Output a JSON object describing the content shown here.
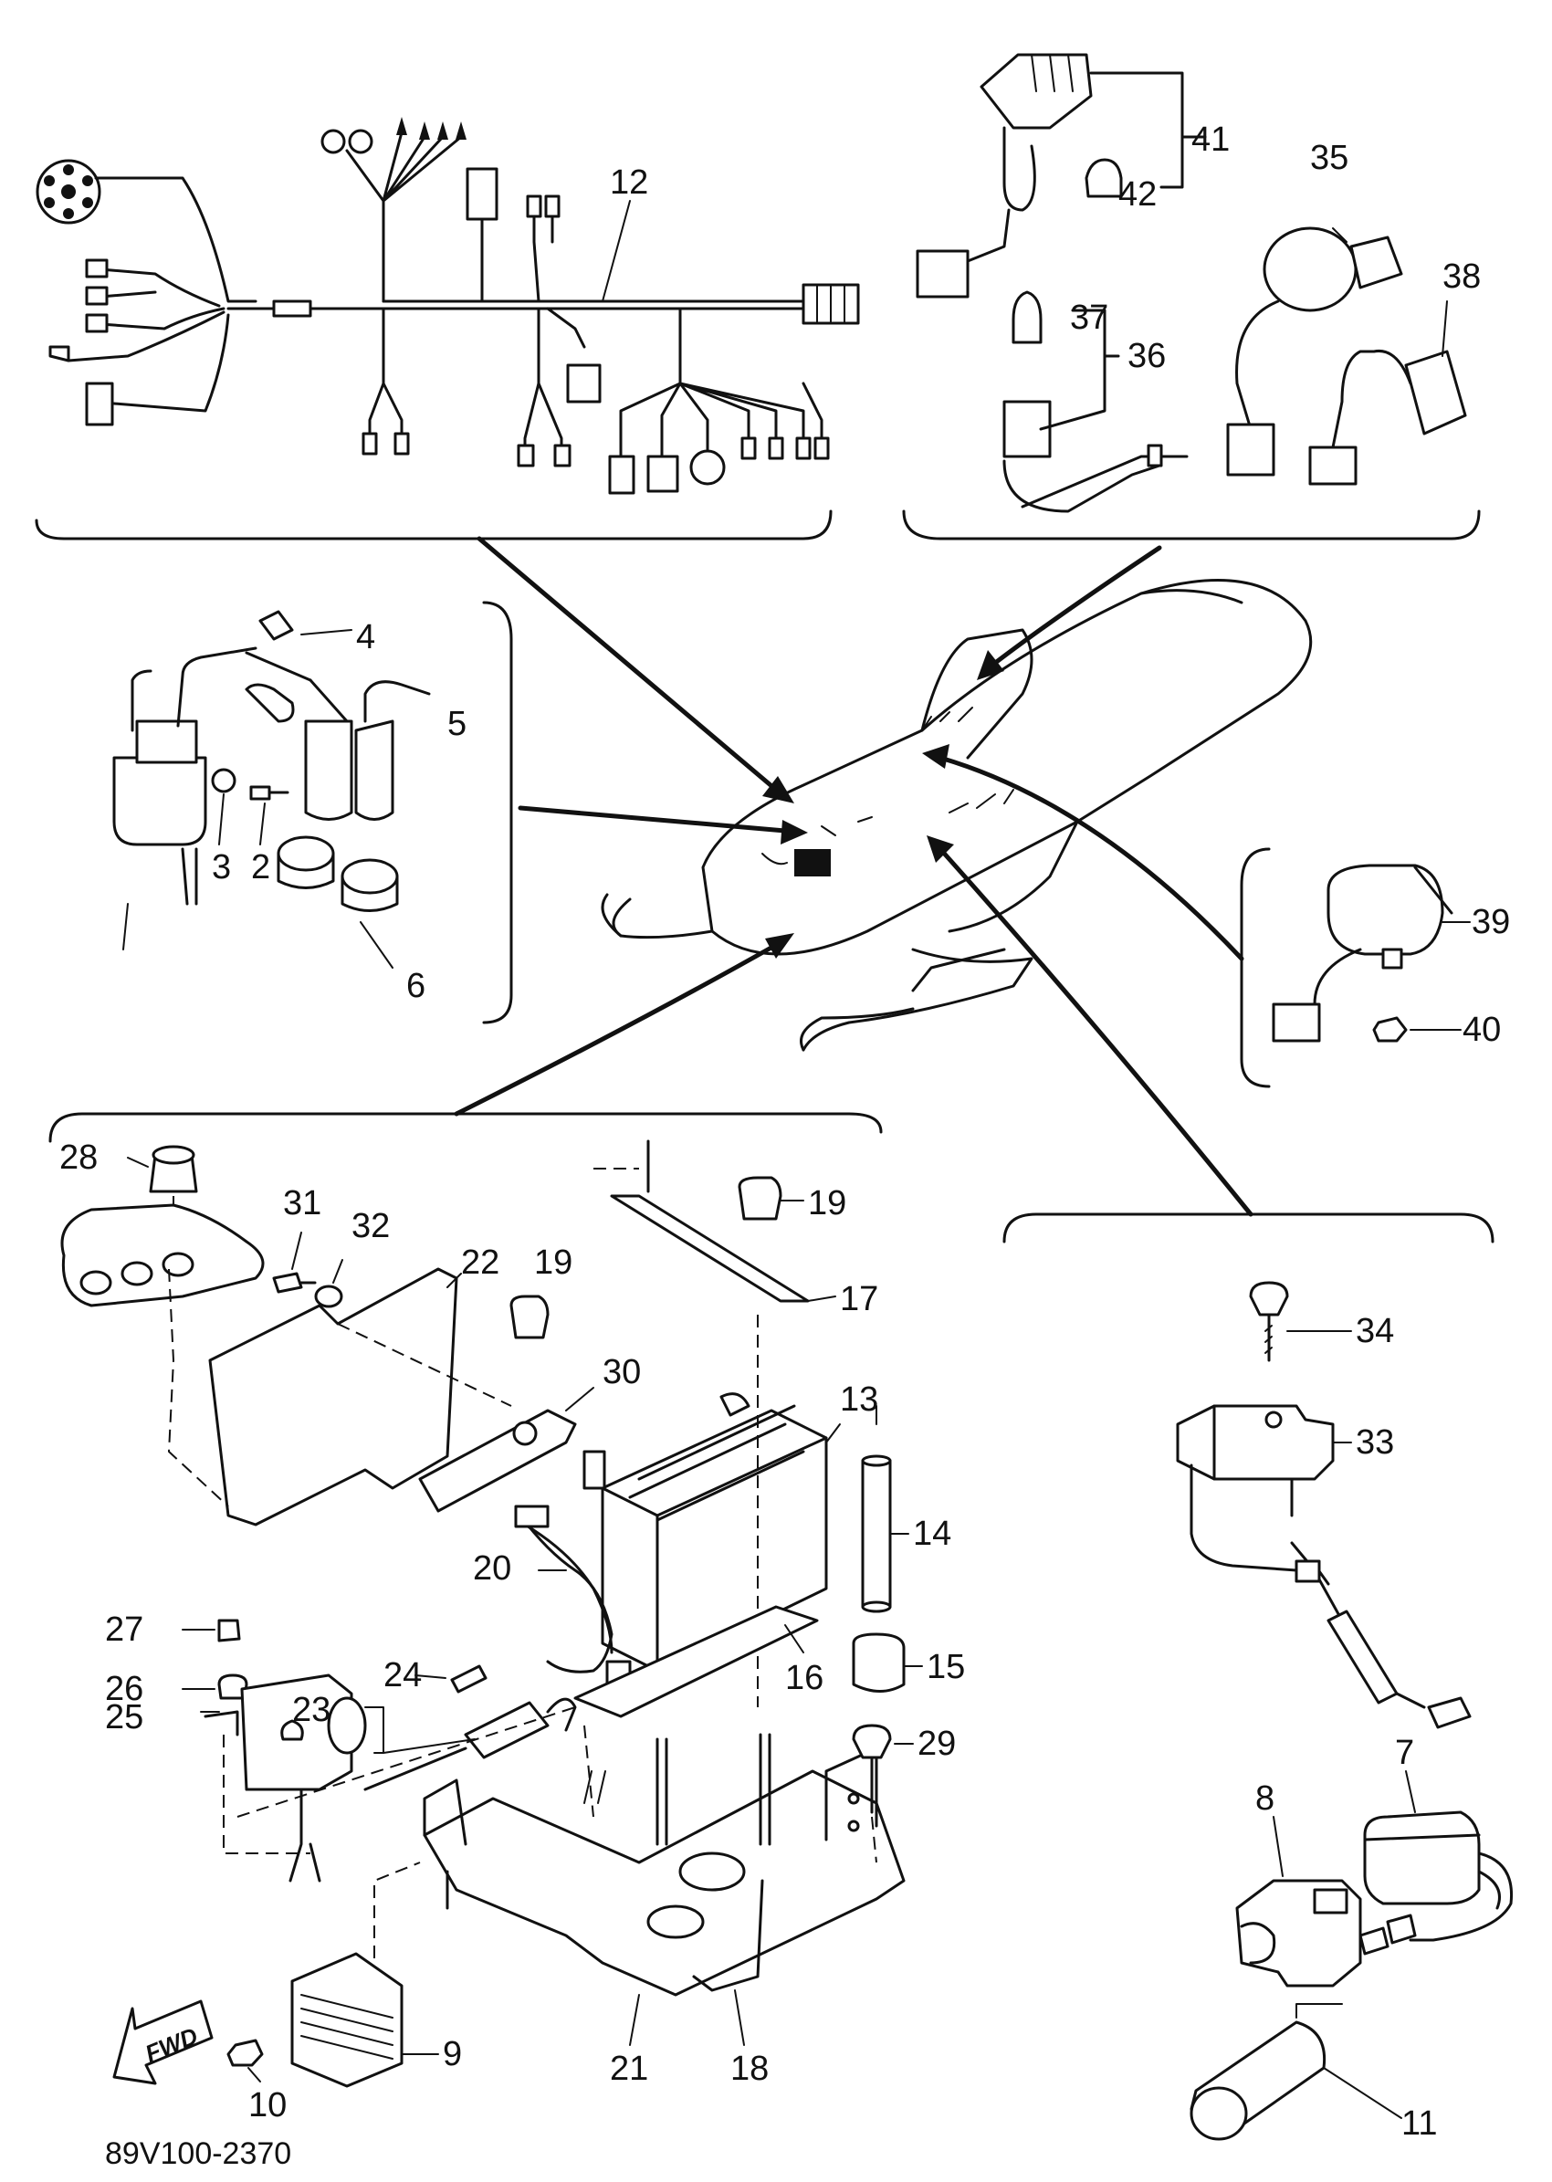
{
  "figure_code": "89V100-2370",
  "forward_marker": "FWD",
  "colors": {
    "ink": "#111111",
    "paper": "#ffffff"
  },
  "labels": {
    "p2": "2",
    "p3": "3",
    "p4": "4",
    "p5": "5",
    "p6": "6",
    "p7": "7",
    "p8": "8",
    "p9": "9",
    "p10": "10",
    "p11": "11",
    "p12": "12",
    "p13": "13",
    "p14": "14",
    "p15": "15",
    "p16": "16",
    "p17": "17",
    "p18": "18",
    "p19a": "19",
    "p19b": "19",
    "p20": "20",
    "p21": "21",
    "p22": "22",
    "p23": "23",
    "p24": "24",
    "p25": "25",
    "p26": "26",
    "p27": "27",
    "p28": "28",
    "p29": "29",
    "p30": "30",
    "p31": "31",
    "p32": "32",
    "p33": "33",
    "p34": "34",
    "p35": "35",
    "p36": "36",
    "p37": "37",
    "p38": "38",
    "p39": "39",
    "p40": "40",
    "p41": "41",
    "p42": "42"
  }
}
